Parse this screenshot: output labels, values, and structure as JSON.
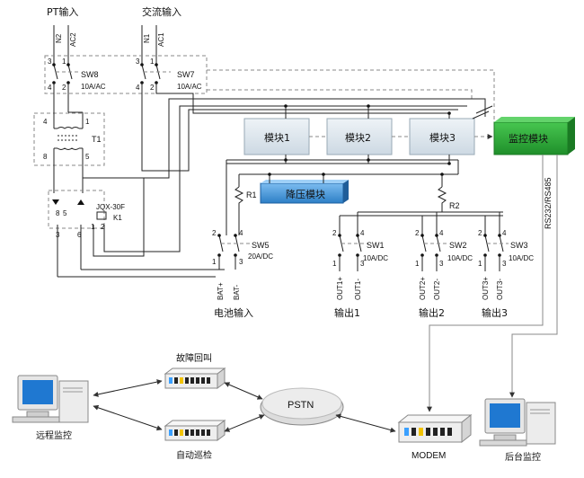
{
  "inputs": {
    "pt_input": "PT输入",
    "ac_input": "交流输入",
    "n2": "N2",
    "ac2": "AC2",
    "n1": "N1",
    "ac1": "AC1"
  },
  "switches": {
    "sw8": "SW8",
    "sw8_rating": "10A/AC",
    "sw7": "SW7",
    "sw7_rating": "10A/AC",
    "sw5": "SW5",
    "sw5_rating": "20A/DC",
    "sw1": "SW1",
    "sw1_rating": "10A/DC",
    "sw2": "SW2",
    "sw2_rating": "10A/DC",
    "sw3": "SW3",
    "sw3_rating": "10A/DC"
  },
  "components": {
    "t1": "T1",
    "relay_model": "JQX-30F",
    "k1": "K1",
    "r1": "R1",
    "r2": "R2"
  },
  "modules": {
    "m1": "模块1",
    "m2": "模块2",
    "m3": "模块3",
    "monitor": "监控模块",
    "buck": "降压模块"
  },
  "interface": "RS232/RS485",
  "terminals": {
    "bat_plus": "BAT+",
    "bat_minus": "BAT-",
    "out1_plus": "OUT1+",
    "out1_minus": "OUT1-",
    "out2_plus": "OUT2+",
    "out2_minus": "OUT2-",
    "out3_plus": "OUT3+",
    "out3_minus": "OUT3-"
  },
  "outputs": {
    "battery": "电池输入",
    "out1": "输出1",
    "out2": "输出2",
    "out3": "输出3"
  },
  "network": {
    "fault_callback": "故障回叫",
    "auto_inspect": "自动巡检",
    "pstn": "PSTN",
    "modem": "MODEM",
    "remote": "远程监控",
    "backend": "后台监控"
  },
  "pins": {
    "p1": "1",
    "p2": "2",
    "p3": "3",
    "p4": "4",
    "p5": "5",
    "p6": "6",
    "p8": "8"
  },
  "colors": {
    "module_fill": "#dfe8ef",
    "monitor_fill": "#2fae3a",
    "buck_fill": "#5aa3e0",
    "screen_blue": "#1f78d1"
  }
}
